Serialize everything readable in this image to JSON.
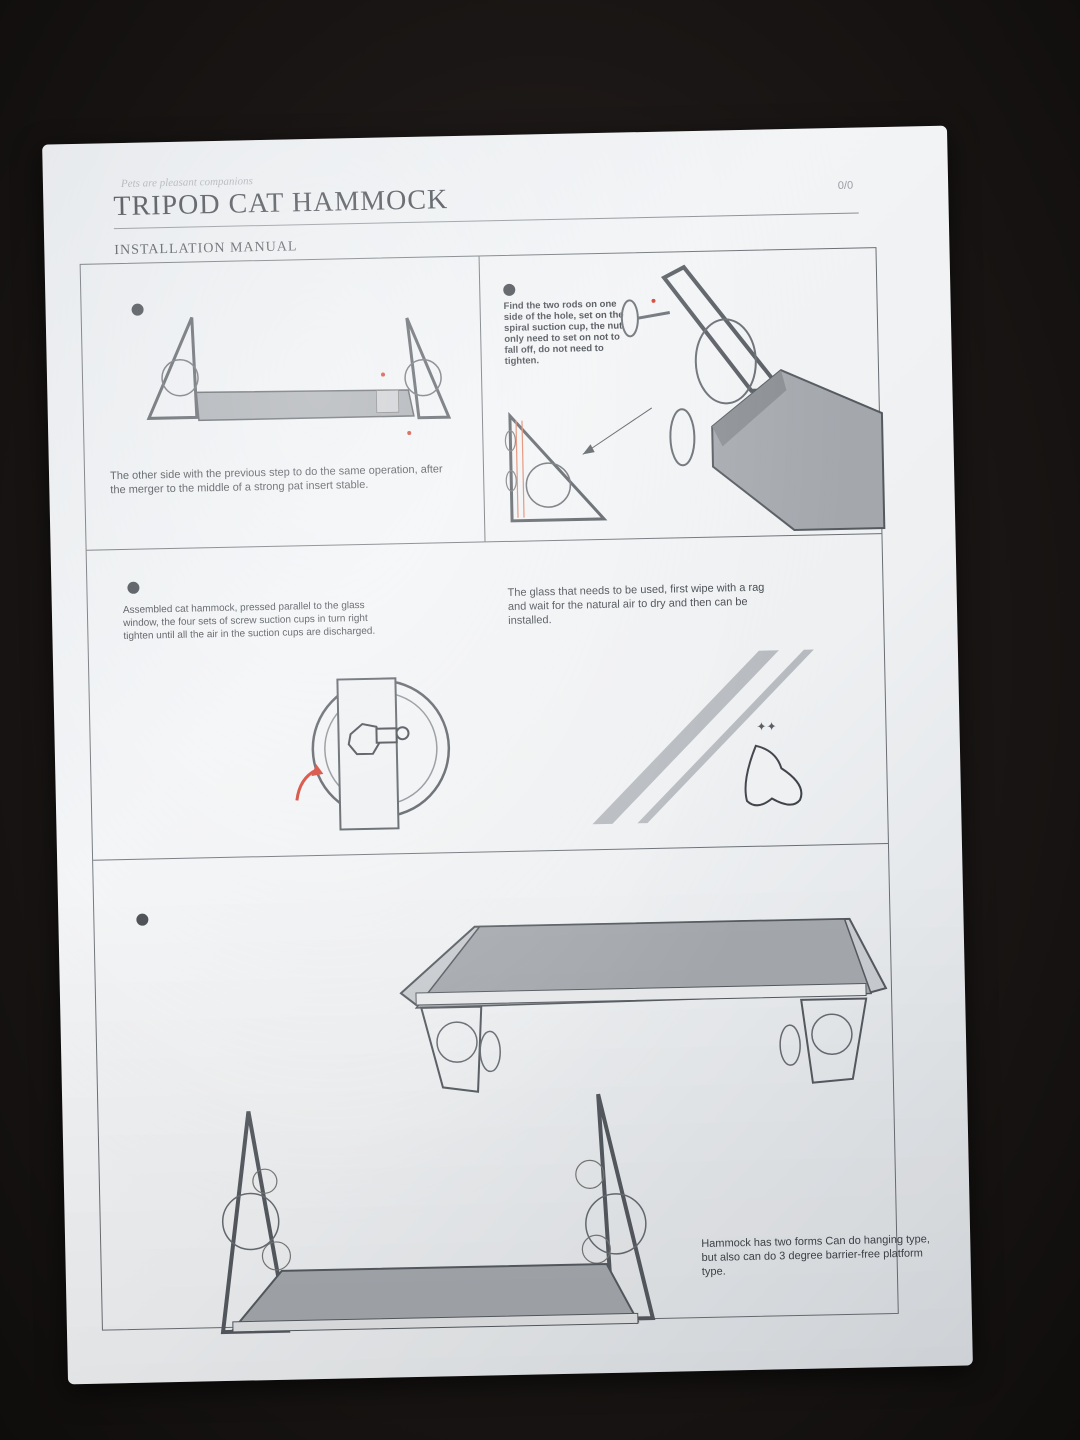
{
  "header": {
    "tagline": "Pets are pleasant companions",
    "title": "TRIPOD CAT HAMMOCK",
    "page_number": "0/0",
    "subtitle": "INSTALLATION MANUAL"
  },
  "steps": [
    {
      "text": "The other side with the previous step to do the same operation, after the merger to the middle of a strong pat insert stable."
    },
    {
      "text": "Find the two rods on one side of the hole, set on the spiral suction cup, the nut only need to set on not to fall off, do not need to tighten."
    },
    {
      "text": "Assembled cat hammock, pressed parallel to the glass window, the four sets of screw suction cups in turn right tighten until all the air in the suction cups are discharged."
    },
    {
      "text": "The glass that needs to be used, first wipe with a rag and wait for the natural air to dry and then can be installed."
    },
    {
      "text": "Hammock has two forms Can do hanging type, but also can do 3 degree barrier-free platform type."
    }
  ],
  "colors": {
    "paper": "#eef0f2",
    "ink": "#3f4349",
    "accent_red": "#d23a2a",
    "fabric_gray": "#a4a8ad"
  }
}
